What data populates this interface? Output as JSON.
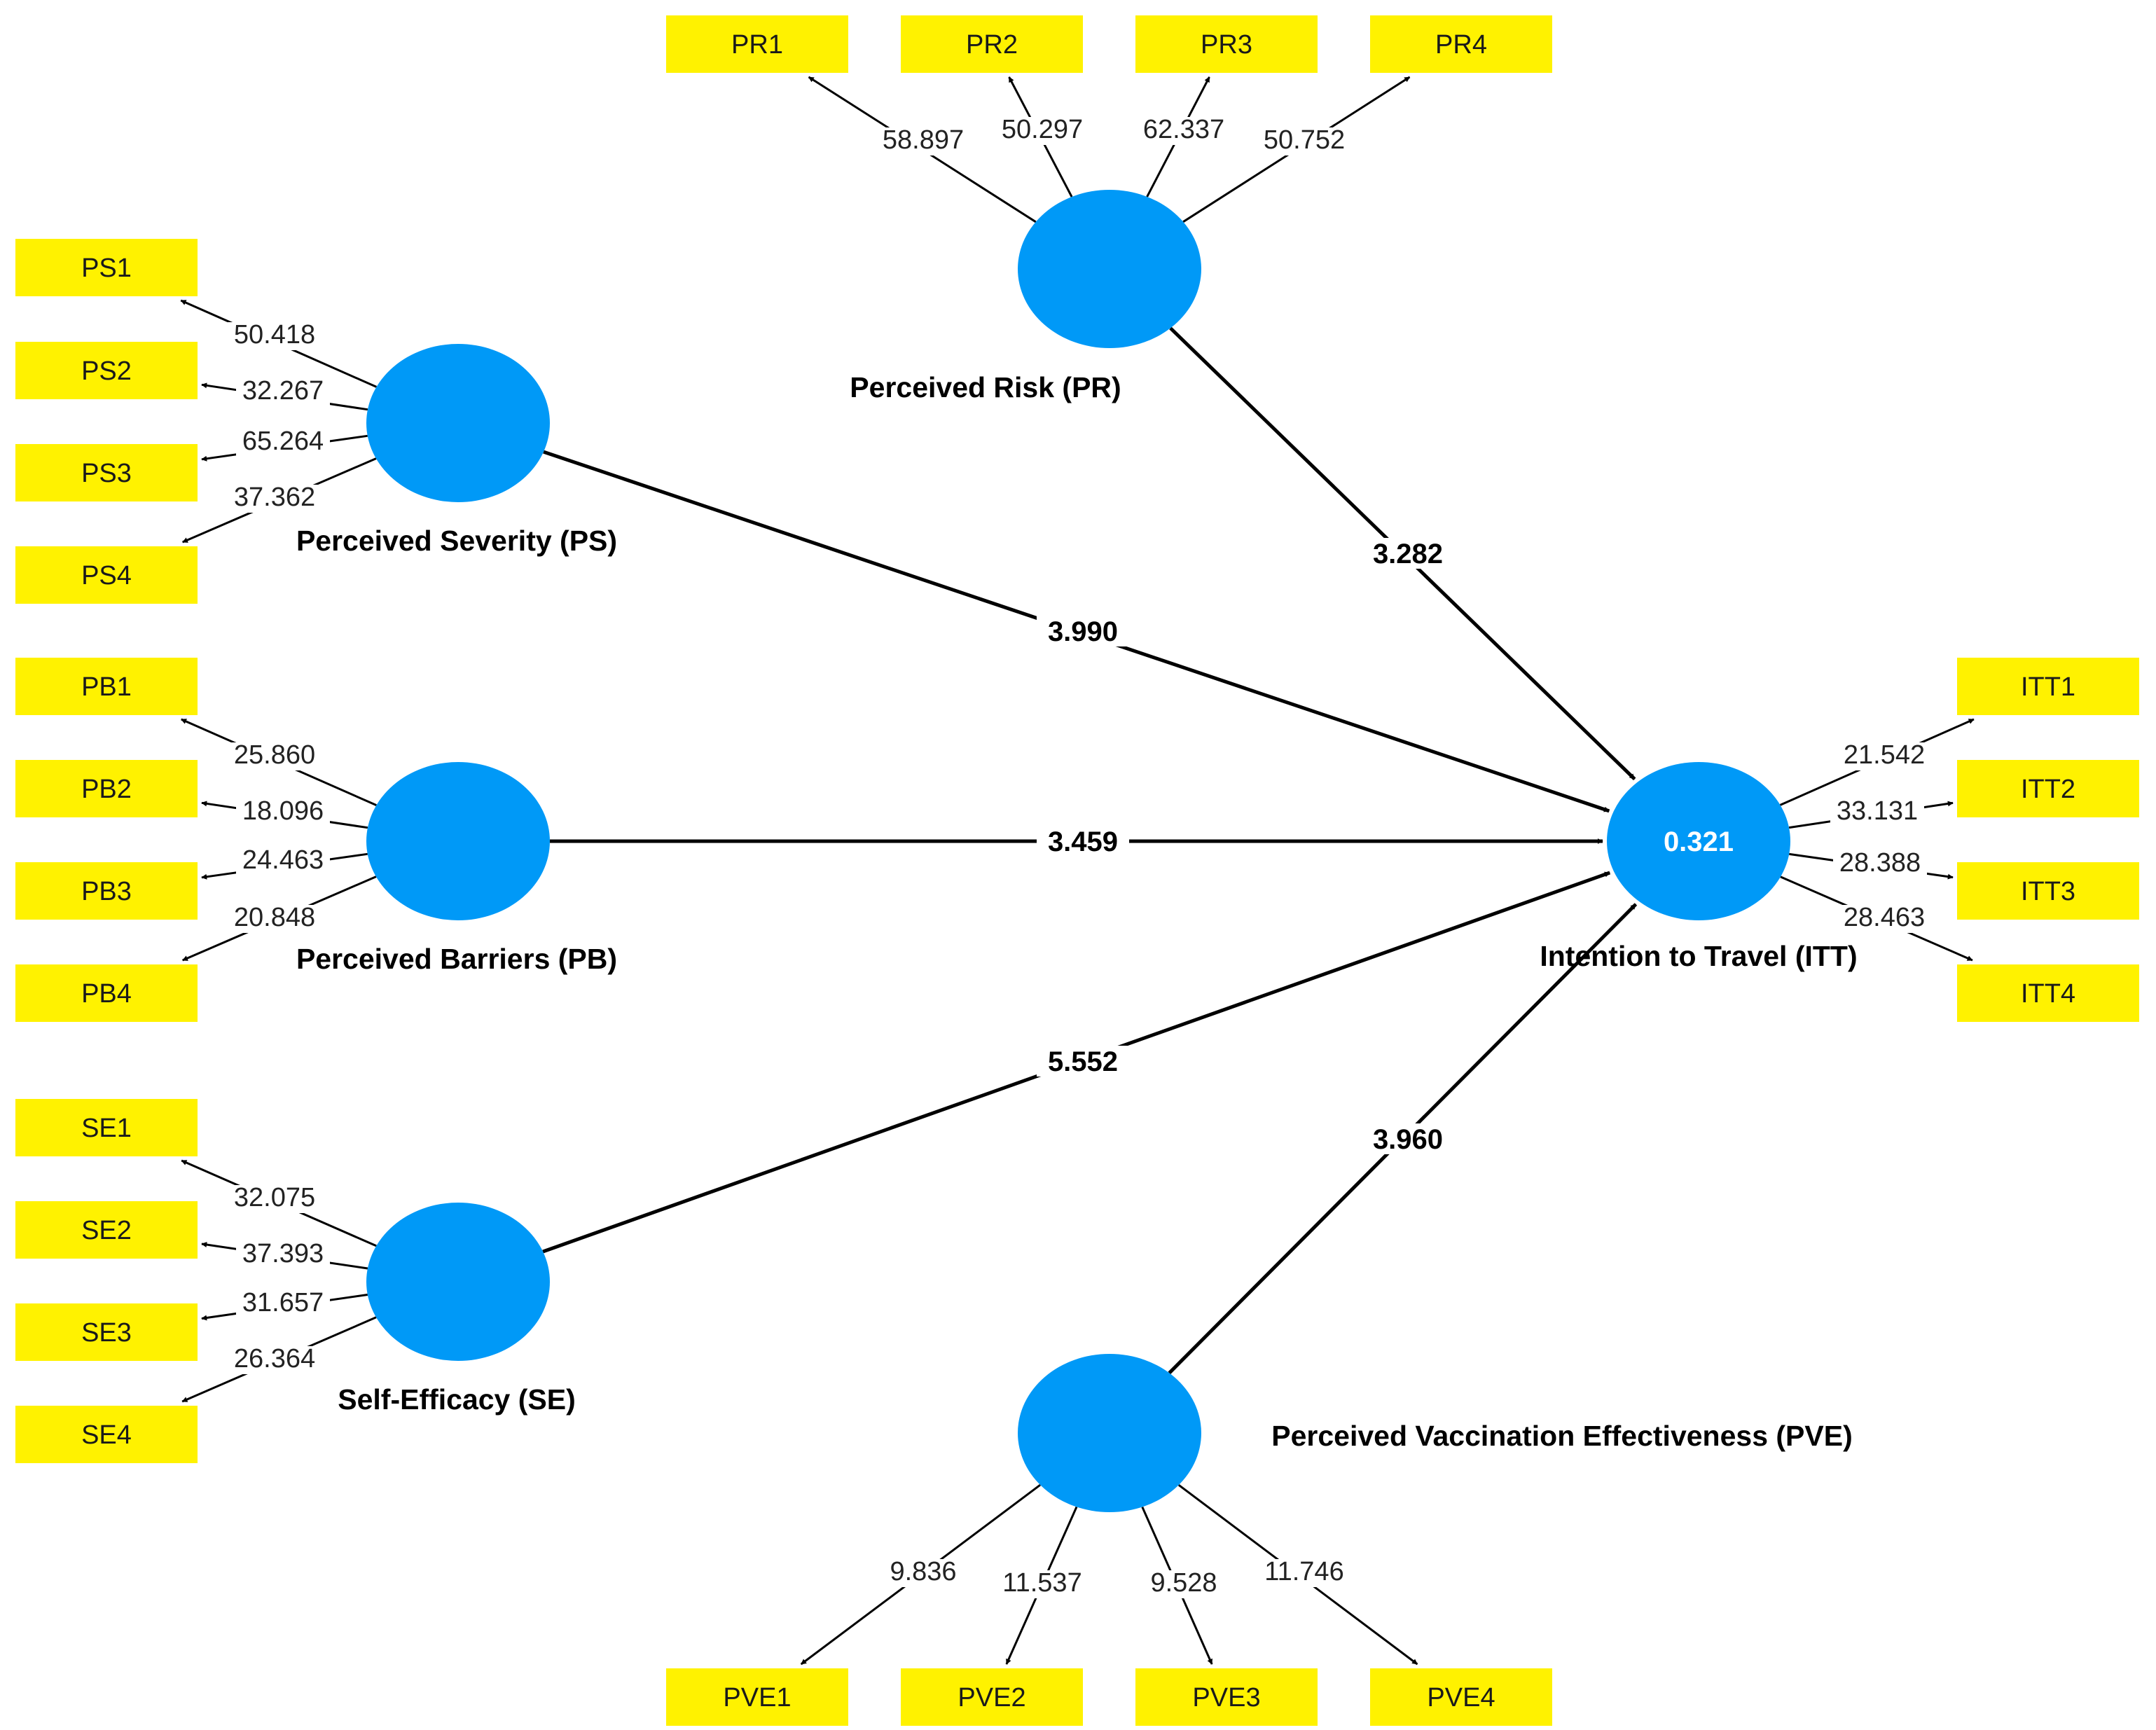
{
  "colors": {
    "construct_fill": "#0099F7",
    "indicator_fill": "#FFF200",
    "line": "#000000",
    "r2_text": "#FFFFFF"
  },
  "constructs": [
    {
      "id": "PR",
      "label": "Perceived Risk (PR)"
    },
    {
      "id": "PS",
      "label": "Perceived Severity (PS)"
    },
    {
      "id": "PB",
      "label": "Perceived Barriers (PB)"
    },
    {
      "id": "SE",
      "label": "Self-Efficacy (SE)"
    },
    {
      "id": "PVE",
      "label": "Perceived Vaccination Effectiveness (PVE)"
    },
    {
      "id": "ITT",
      "label": "Intention to Travel (ITT)",
      "r_squared": "0.321"
    }
  ],
  "indicators": {
    "PR": [
      {
        "name": "PR1",
        "loading": "58.897"
      },
      {
        "name": "PR2",
        "loading": "50.297"
      },
      {
        "name": "PR3",
        "loading": "62.337"
      },
      {
        "name": "PR4",
        "loading": "50.752"
      }
    ],
    "PS": [
      {
        "name": "PS1",
        "loading": "50.418"
      },
      {
        "name": "PS2",
        "loading": "32.267"
      },
      {
        "name": "PS3",
        "loading": "65.264"
      },
      {
        "name": "PS4",
        "loading": "37.362"
      }
    ],
    "PB": [
      {
        "name": "PB1",
        "loading": "25.860"
      },
      {
        "name": "PB2",
        "loading": "18.096"
      },
      {
        "name": "PB3",
        "loading": "24.463"
      },
      {
        "name": "PB4",
        "loading": "20.848"
      }
    ],
    "SE": [
      {
        "name": "SE1",
        "loading": "32.075"
      },
      {
        "name": "SE2",
        "loading": "37.393"
      },
      {
        "name": "SE3",
        "loading": "31.657"
      },
      {
        "name": "SE4",
        "loading": "26.364"
      }
    ],
    "PVE": [
      {
        "name": "PVE1",
        "loading": "9.836"
      },
      {
        "name": "PVE2",
        "loading": "11.537"
      },
      {
        "name": "PVE3",
        "loading": "9.528"
      },
      {
        "name": "PVE4",
        "loading": "11.746"
      }
    ],
    "ITT": [
      {
        "name": "ITT1",
        "loading": "21.542"
      },
      {
        "name": "ITT2",
        "loading": "33.131"
      },
      {
        "name": "ITT3",
        "loading": "28.388"
      },
      {
        "name": "ITT4",
        "loading": "28.463"
      }
    ]
  },
  "paths": [
    {
      "from": "PR",
      "to": "ITT",
      "value": "3.282"
    },
    {
      "from": "PS",
      "to": "ITT",
      "value": "3.990"
    },
    {
      "from": "PB",
      "to": "ITT",
      "value": "3.459"
    },
    {
      "from": "SE",
      "to": "ITT",
      "value": "5.552"
    },
    {
      "from": "PVE",
      "to": "ITT",
      "value": "3.960"
    }
  ]
}
